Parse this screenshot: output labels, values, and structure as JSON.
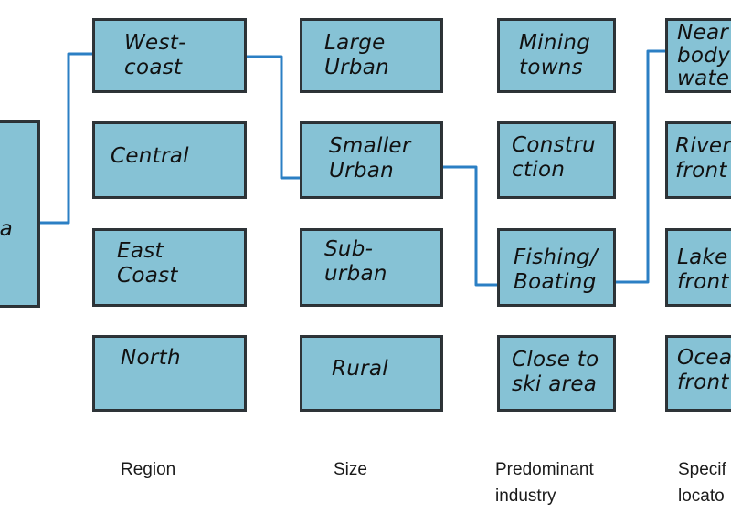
{
  "diagram": {
    "root": {
      "label": "ica"
    },
    "columns": [
      {
        "label": "Region",
        "nodes": [
          "West-\ncoast",
          "Central",
          "East\nCoast",
          "North"
        ]
      },
      {
        "label": "Size",
        "nodes": [
          "Large\nUrban",
          "Smaller\nUrban",
          "Sub-\nurban",
          "Rural"
        ]
      },
      {
        "label": "Predominant\nindustry",
        "nodes": [
          "Mining\ntowns",
          "Constru\nction",
          "Fishing/\nBoating",
          "Close to\nski area"
        ]
      },
      {
        "label": "Specif\nlocato",
        "nodes": [
          "Near\nbody\nwate",
          "River-\nfront",
          "Lake\nfront",
          "Ocea\nfront"
        ]
      }
    ],
    "selected_path": [
      0,
      1,
      2,
      0
    ],
    "colors": {
      "box_fill": "#86c2d5",
      "box_border": "#2e3438",
      "connector": "#2b7fc4"
    }
  }
}
